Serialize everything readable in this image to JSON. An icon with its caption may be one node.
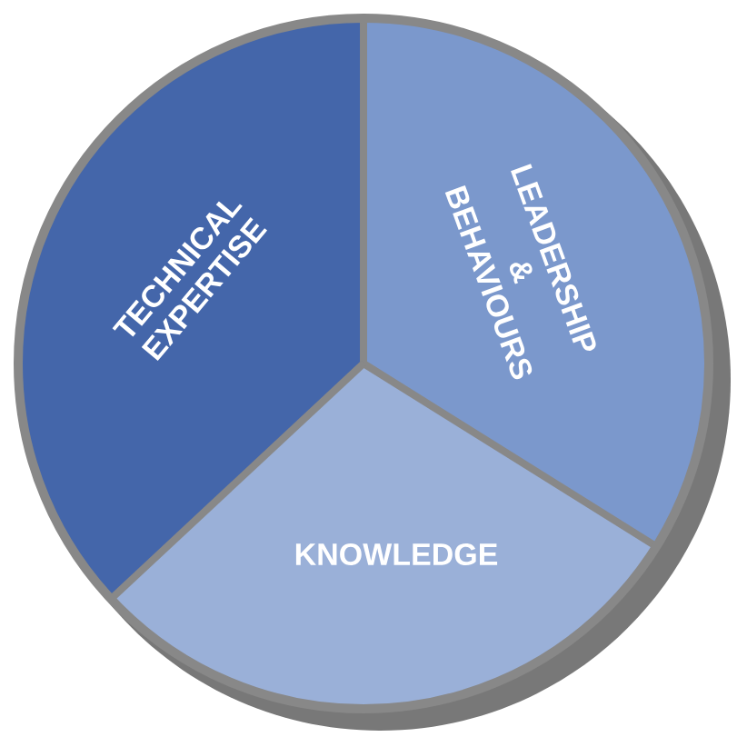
{
  "diagram": {
    "nodes": [
      {
        "text": [
          "TECHNICAL EXPERTISE"
        ]
      },
      {
        "text": [
          "LEADERSHIP & BEHAVIOURS"
        ]
      },
      {
        "text": [
          "KNOWLEDGE"
        ]
      }
    ]
  }
}
